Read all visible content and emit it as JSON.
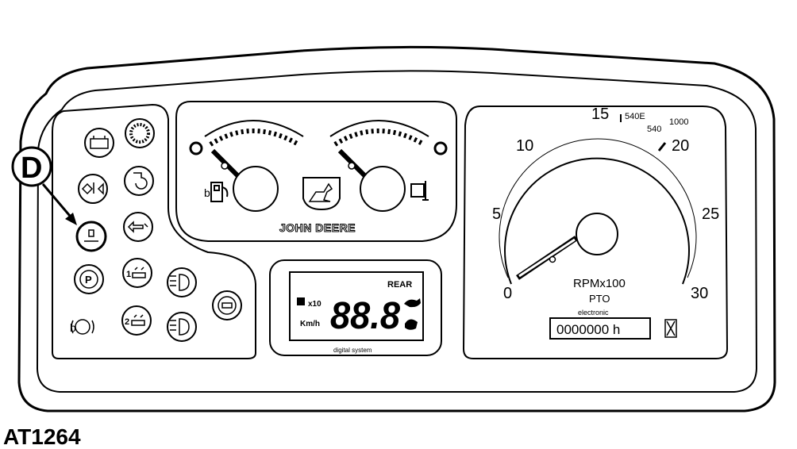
{
  "figure_id": "AT1264",
  "callout_letter": "D",
  "brand": "JOHN DEERE",
  "tachometer": {
    "scale_labels": [
      "0",
      "5",
      "10",
      "15",
      "20",
      "25",
      "30"
    ],
    "unit": "RPMx100",
    "subtitle": "PTO",
    "pto_mark_540e": "540E",
    "pto_mark_540": "540",
    "pto_mark_1000": "1000",
    "hour_meter_caption": "electronic",
    "hour_meter_value": "0000000 h"
  },
  "lcd": {
    "rear_label": "REAR",
    "multiplier": "x10",
    "speed_unit": "Km/h",
    "digits": "88.8",
    "footer": "digital system"
  },
  "indicator_glyphs": {
    "park_brake": "P",
    "gear_1": "1",
    "gear_2": "2",
    "fuel_prefix": "b",
    "brake_prefix": "b"
  },
  "icons": [
    "battery-icon",
    "power-takeoff-icon",
    "oil-pressure-icon",
    "coolant-icon",
    "transmission-icon",
    "turn-signal-icon",
    "parking-brake-icon",
    "trailer-1-icon",
    "high-beam-icon",
    "brake-warning-icon",
    "trailer-2-icon",
    "low-beam-icon",
    "brake-circuit-icon",
    "fuel-icon",
    "engine-temp-icon",
    "john-deere-logo-icon"
  ],
  "colors": {
    "line": "#000000",
    "background": "#ffffff"
  }
}
